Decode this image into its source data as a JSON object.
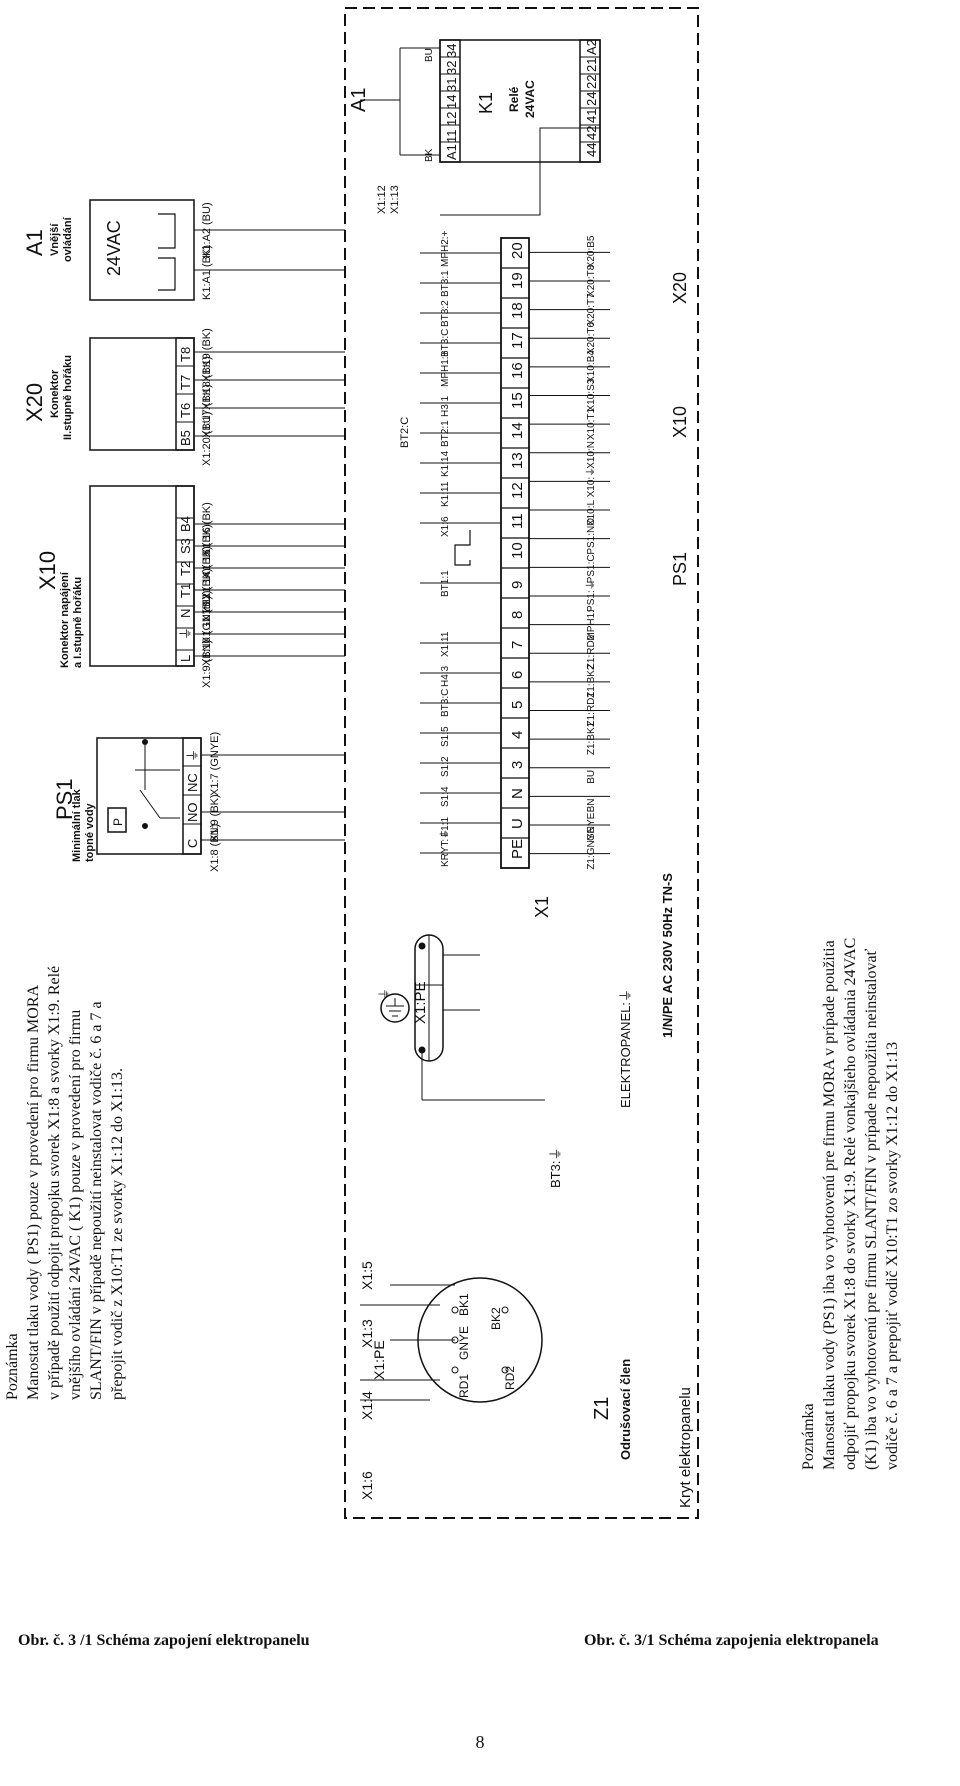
{
  "note_cz": {
    "heading": "Poznámka",
    "lines": [
      "Manostat tlaku vody ( PS1) pouze v provedení pro firmu MORA",
      "v případě použití odpojit propojku svorek X1:8 a svorky X1:9. Relé",
      "vnějšího ovládání 24VAC ( K1) pouze v provedení pro firmu",
      "SLANT/FIN v případě nepoužití neinstalovat vodiče č. 6 a 7 a",
      "přepojit vodič  z X10:T1 ze svorky X1:12 do X1:13."
    ]
  },
  "note_sk": {
    "heading": "Poznámka",
    "lines": [
      "Manostat tlaku vody (PS1) iba vo vyhotovenú pre firmu MORA v prípade použitia",
      "odpojiť propojku svorek X1:8 do svorky X1:9. Relé vonkajšieho ovládania 24VAC",
      "(K1) iba vo vyhotovenú pre firmu SLANT/FIN v prípade nepoužitia neinstalovať",
      "vodiče č. 6 a 7 a prepojiť vodič X10:T1 zo svorky X1:12 do X1:13"
    ]
  },
  "components": {
    "ps1": {
      "id": "PS1",
      "desc": [
        "Minimální tlak",
        "topné vody"
      ],
      "pins": [
        "C",
        "NO",
        "NC",
        "⏚"
      ],
      "p_label": "P"
    },
    "x10": {
      "id": "X10",
      "desc": [
        "Konektor napájení",
        "a I.stupně hořáku"
      ],
      "pins": [
        "L",
        "⏚",
        "N",
        "T1",
        "T2",
        "S3",
        "B4"
      ]
    },
    "x20": {
      "id": "X20",
      "desc": [
        "Konektor",
        "II.stupně hořáku"
      ],
      "pins": [
        "B5",
        "T6",
        "T7",
        "T8"
      ]
    },
    "a1_ext": {
      "id": "A1",
      "desc": [
        "Vnější",
        "ovládání"
      ],
      "box_label": "24VAC"
    },
    "a1_relay": {
      "id": "A1",
      "k1": "K1",
      "rele": "Relé",
      "volt": "24VAC",
      "bu": "BU",
      "bk": "BK"
    },
    "z1": {
      "id": "Z1",
      "desc": "Odrušovací člen",
      "pins": [
        "RD1",
        "BK1",
        "GNYE",
        "BK2",
        "RD2"
      ]
    }
  },
  "upper_wires": [
    "X1:8  (BN)",
    "X1:9  (BK)",
    "X1:7  (GNYE)",
    "X1:9  (BN)",
    "X1:10  (GNYE)",
    "X1:11  (BU)",
    "X1:12  (BK)",
    "X1:14  (BK)",
    "X1:15  (BK)",
    "X1:16  (BK)",
    "X1:20  (BU)",
    "X1:17  (BK)",
    "X1:18  (BK)",
    "X1:19  (BK)",
    "K1:A1  (BK)",
    "K1:A2  (BU)"
  ],
  "x1_terminals": [
    "PE",
    "U",
    "N",
    "3",
    "4",
    "5",
    "6",
    "7",
    "8",
    "9",
    "10",
    "11",
    "12",
    "13",
    "14",
    "15",
    "16",
    "17",
    "18",
    "19",
    "20"
  ],
  "x1_top_labels": [
    "KRYT:⏚",
    "F1:1",
    "S1:4",
    "S1:2",
    "S1:5",
    "BT3:C",
    "H4:3",
    "X1:11",
    "",
    "BT1:1",
    "",
    "X1:6",
    "K1:11",
    "K1:14",
    "BT2:1",
    "H3:1",
    "MPH1:+",
    "BT3:C",
    "BT3:2",
    "BT3:1",
    "MPH2:+"
  ],
  "x1_bottom_labels": [
    "Z1:GNYE",
    "GNYE",
    "BN",
    "BU",
    "Z1:BK1",
    "Z1:RD1",
    "Z1:BK2",
    "Z1:RD2",
    "MPH1:-",
    "PS1:⏚",
    "PS1:C",
    "PS1:NO",
    "X10:L",
    "X10:⏚",
    "X10:N",
    "X10:T1",
    "X10:S3",
    "X10:B4",
    "X20:T6",
    "X20:T7",
    "X20:T8",
    "X20:B5"
  ],
  "labels": {
    "x1": "X1",
    "ps1": "PS1",
    "x10": "X10",
    "x20": "X20",
    "supply": "1/N/PE AC 230V 50Hz TN-S",
    "elektropanel": "ELEKTROPANEL:⏚",
    "x1pe": "X1:PE",
    "bt3": "BT3:⏚",
    "bt2c": "BT2:C",
    "x1_12": "X1:12",
    "x1_13": "X1:13",
    "kryt": "Kryt elektropanelu",
    "ground": "⏚",
    "z1_wires": [
      "X1:5",
      "X1:3",
      "X1:PE",
      "X1:4",
      "X1:6"
    ]
  },
  "relay_pins": {
    "left": [
      "A1",
      "11",
      "12",
      "14",
      "31",
      "32",
      "34"
    ],
    "right": [
      "A2",
      "21",
      "22",
      "24",
      "41",
      "42",
      "44"
    ]
  },
  "caption_cz": "Obr. č. 3 /1  Schéma zapojení elektropanelu",
  "caption_sk": "Obr. č. 3/1  Schéma zapojenia elektropanela",
  "page_number": "8"
}
